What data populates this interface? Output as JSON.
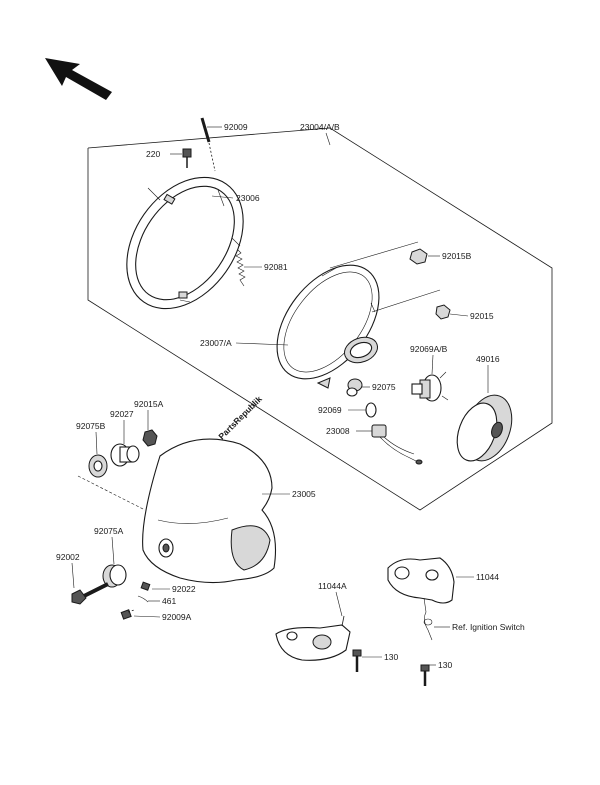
{
  "watermark": "PartsRepublik",
  "labels": {
    "p92009": "92009",
    "p23004": "23004/A/B",
    "p220": "220",
    "p23006": "23006",
    "p92081": "92081",
    "p92015B": "92015B",
    "p92015": "92015",
    "p23007": "23007/A",
    "p92069A": "92069A/B",
    "p49016": "49016",
    "p92075": "92075",
    "p92069": "92069",
    "p23008": "23008",
    "p92015A": "92015A",
    "p92027": "92027",
    "p92075B": "92075B",
    "p23005": "23005",
    "p92075A": "92075A",
    "p92002": "92002",
    "p92022": "92022",
    "p461": "461",
    "p92009A": "92009A",
    "p11044A": "11044A",
    "p11044": "11044",
    "pRefIgn": "Ref. Ignition Switch",
    "p130a": "130",
    "p130b": "130"
  }
}
